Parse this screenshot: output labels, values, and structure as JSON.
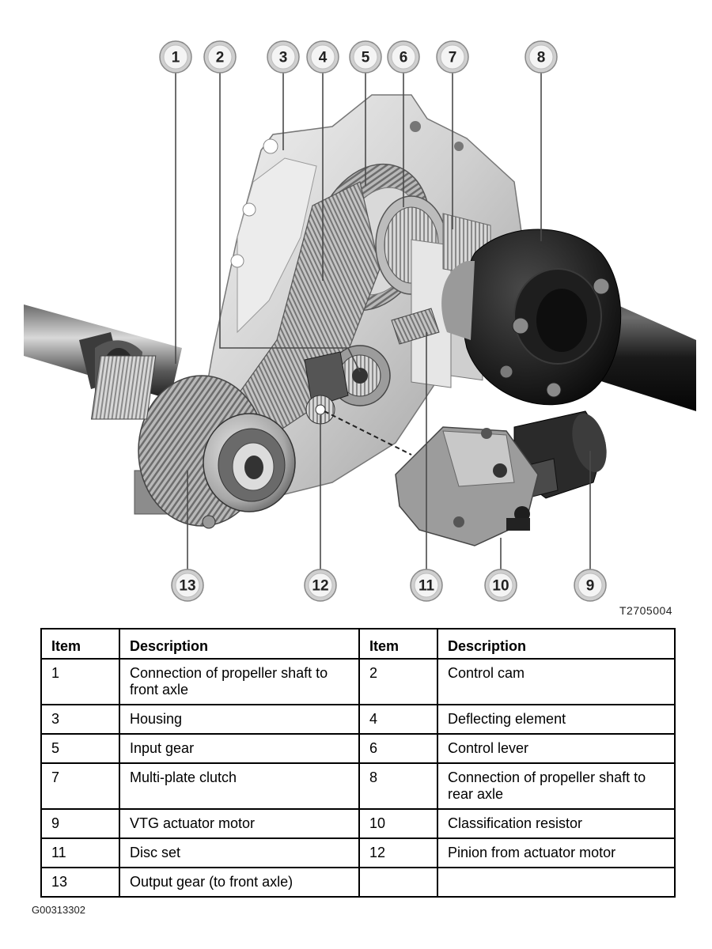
{
  "figure": {
    "code": "T2705004",
    "callouts_top": [
      "1",
      "2",
      "3",
      "4",
      "5",
      "6",
      "7",
      "8"
    ],
    "callouts_bottom": [
      "13",
      "12",
      "11",
      "10",
      "9"
    ]
  },
  "table": {
    "headers": [
      "Item",
      "Description",
      "Item",
      "Description"
    ],
    "rows": [
      [
        "1",
        "Connection of propeller shaft to front axle",
        "2",
        "Control cam"
      ],
      [
        "3",
        "Housing",
        "4",
        "Deflecting element"
      ],
      [
        "5",
        "Input gear",
        "6",
        "Control lever"
      ],
      [
        "7",
        "Multi-plate clutch",
        "8",
        "Connection of propeller shaft to rear axle"
      ],
      [
        "9",
        "VTG actuator motor",
        "10",
        "Classification resistor"
      ],
      [
        "11",
        "Disc set",
        "12",
        "Pinion from actuator motor"
      ],
      [
        "13",
        "Output gear (to front axle)",
        "",
        ""
      ]
    ]
  },
  "document_code": "G00313302"
}
